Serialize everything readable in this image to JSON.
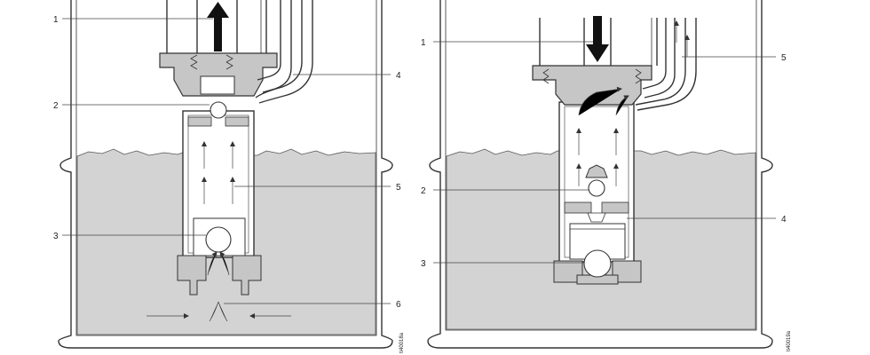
{
  "left_panel": {
    "callouts": [
      "1",
      "2",
      "3",
      "4",
      "5",
      "6"
    ],
    "code": "ti40018a"
  },
  "right_panel": {
    "callouts": [
      "1",
      "2",
      "3",
      "4",
      "5"
    ],
    "code": "ti40019a"
  },
  "colors": {
    "liquid": "#d3d3d3",
    "fitting": "#c6c6c6",
    "line": "#333333",
    "background": "#ffffff"
  }
}
